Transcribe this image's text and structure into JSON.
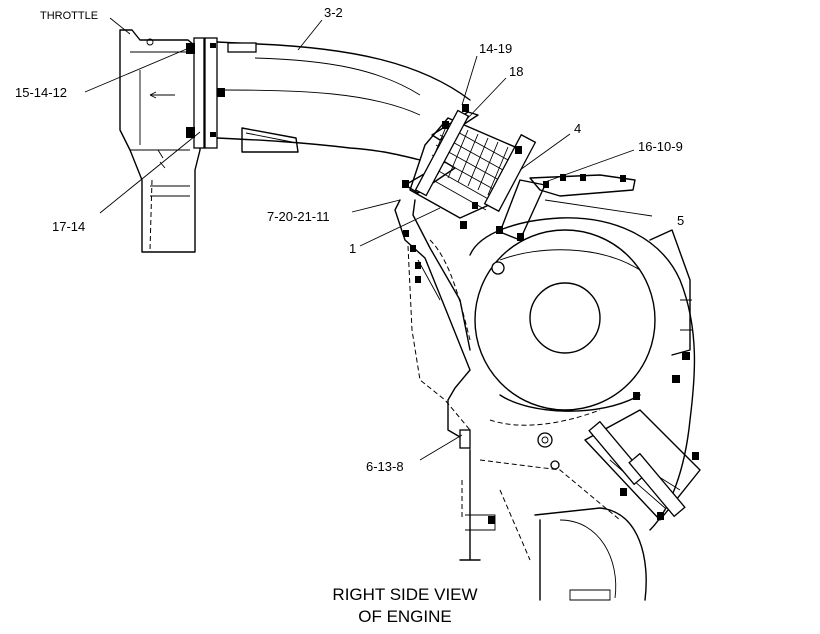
{
  "labels": {
    "throttle": "THROTTLE",
    "c_3_2": "3-2",
    "c_14_19": "14-19",
    "c_18": "18",
    "c_15_14_12": "15-14-12",
    "c_4": "4",
    "c_16_10_9": "16-10-9",
    "c_5": "5",
    "c_7_20_21_11": "7-20-21-11",
    "c_1": "1",
    "c_17_14": "17-14",
    "c_6_13_8": "6-13-8"
  },
  "caption": {
    "line1": "RIGHT SIDE VIEW",
    "line2": "OF ENGINE"
  }
}
